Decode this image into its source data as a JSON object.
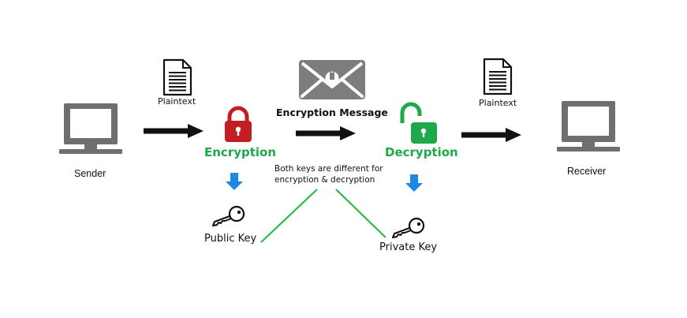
{
  "labels": {
    "sender": "Sender",
    "receiver": "Receiver",
    "plaintext_left": "Plaintext",
    "plaintext_right": "Plaintext",
    "encryption_message": "Encryption Message",
    "encryption": "Encryption",
    "decryption": "Decryption",
    "public_key": "Public Key",
    "private_key": "Private Key",
    "note_line1": "Both keys are different for",
    "note_line2": "encryption & decryption"
  },
  "colors": {
    "encryption": "#1fa84a",
    "decryption": "#1fa84a",
    "lock_closed": "#c41e24",
    "lock_open": "#1fa84a",
    "down_arrow": "#1e88e5",
    "connector": "#2db84a",
    "envelope": "#7d7d7d",
    "computer": "#6f6f6f"
  },
  "icons": {
    "sender": "computer-icon",
    "receiver": "computer-icon",
    "plaintext": "document-icon",
    "message": "envelope-icon",
    "encryption": "closed-lock-icon",
    "decryption": "open-lock-icon",
    "keys": "key-icon",
    "arrows": "arrow-right-icon"
  }
}
